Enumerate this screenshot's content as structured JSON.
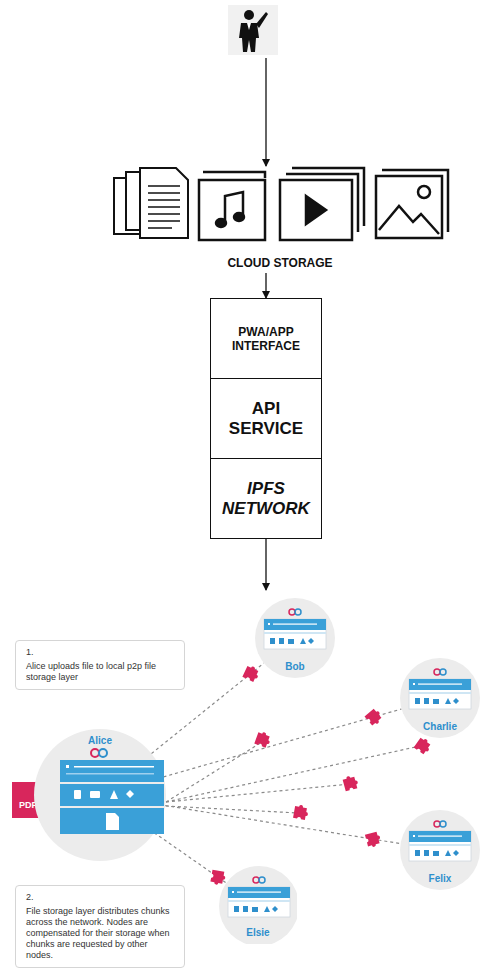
{
  "diagram": {
    "nodes": [
      {
        "text": [
          "CLOUD STORAGE"
        ]
      },
      {
        "text": [
          "PWA/APP INTERFACE"
        ]
      },
      {
        "text": [
          "API SERVICE"
        ]
      },
      {
        "text": [
          "IPFS NETWORK"
        ]
      },
      {
        "text": [
          "1.",
          "Alice uploads file to local p2p file storage layer"
        ]
      },
      {
        "text": [
          "Bob"
        ]
      },
      {
        "text": [
          "Charlie"
        ]
      },
      {
        "text": [
          "Alice"
        ]
      },
      {
        "text": [
          "Felix"
        ]
      },
      {
        "text": [
          "2.",
          "File storage layer distributes chunks across the network. Nodes are compensated for their storage when chunks are requested by other nodes."
        ]
      },
      {
        "text": [
          "Elsie"
        ]
      }
    ],
    "edges": [
      {
        "from": 0,
        "to": 1,
        "arrow": "to"
      },
      {
        "from": 7,
        "to": 5,
        "arrow": "none"
      },
      {
        "from": 7,
        "to": 6,
        "arrow": "none"
      },
      {
        "from": 7,
        "to": 8,
        "arrow": "none"
      },
      {
        "from": 7,
        "to": 10,
        "arrow": "none"
      }
    ],
    "labels": [
      "PDF"
    ]
  }
}
